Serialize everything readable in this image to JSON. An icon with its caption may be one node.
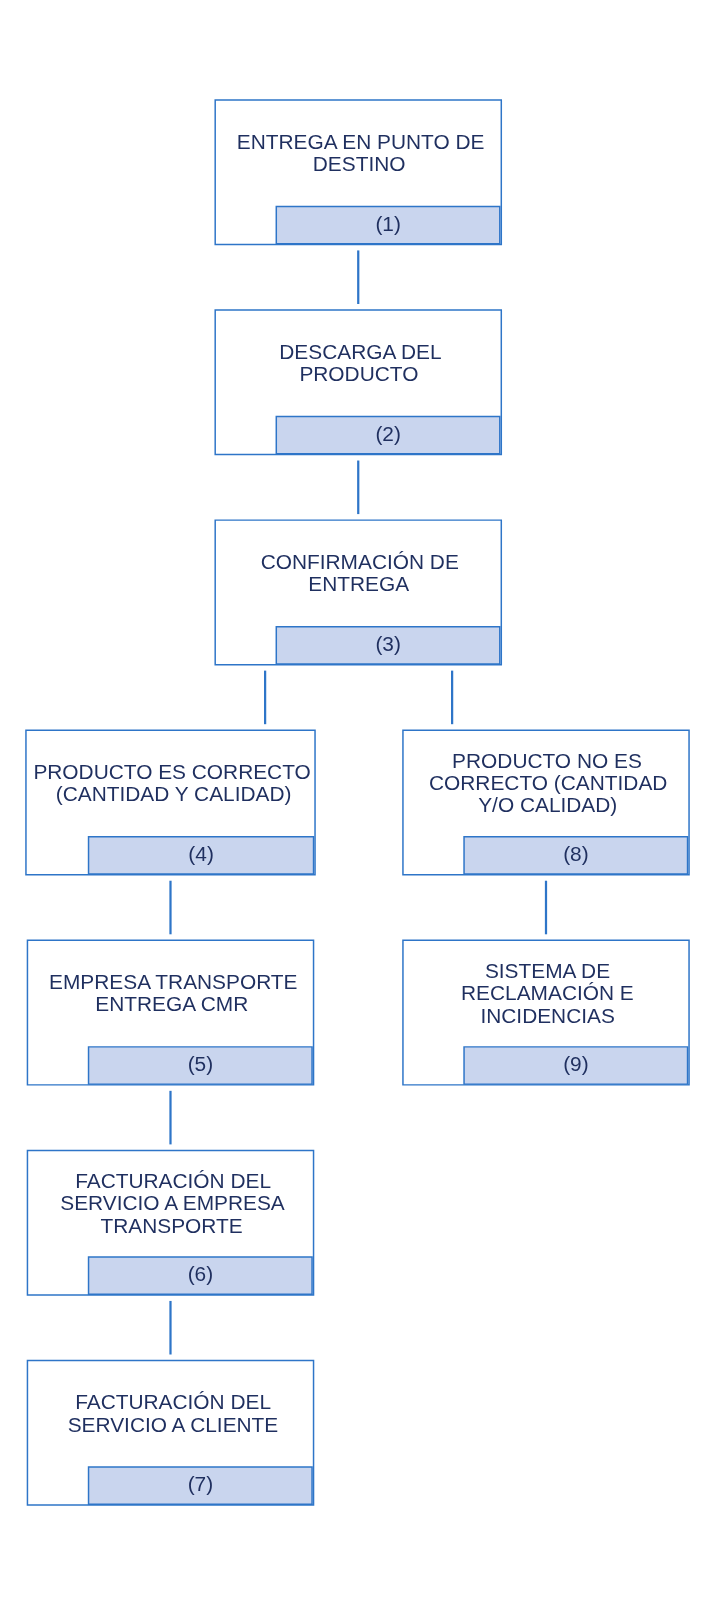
{
  "diagram": {
    "nodes": [
      {
        "text": [
          "ENTREGA EN PUNTO DE DESTINO",
          "(1)"
        ]
      },
      {
        "text": [
          "DESCARGA DEL PRODUCTO",
          "(2)"
        ]
      },
      {
        "text": [
          "CONFIRMACIÓN DE ENTREGA",
          "(3)"
        ]
      },
      {
        "text": [
          "PRODUCTO ES CORRECTO (CANTIDAD Y CALIDAD)",
          "(4)"
        ]
      },
      {
        "text": [
          "EMPRESA TRANSPORTE ENTREGA CMR",
          "(5)"
        ]
      },
      {
        "text": [
          "FACTURACIÓN DEL SERVICIO A EMPRESA TRANSPORTE",
          "(6)"
        ]
      },
      {
        "text": [
          "FACTURACIÓN DEL SERVICIO A CLIENTE",
          "(7)"
        ]
      },
      {
        "text": [
          "PRODUCTO NO ES CORRECTO (CANTIDAD Y/O CALIDAD)",
          "(8)"
        ]
      },
      {
        "text": [
          "SISTEMA DE RECLAMACIÓN E INCIDENCIAS",
          "(9)"
        ]
      }
    ],
    "edges": [
      {
        "from": 0,
        "to": 1,
        "arrow": "none"
      },
      {
        "from": 1,
        "to": 2,
        "arrow": "none"
      },
      {
        "from": 2,
        "to": 3,
        "arrow": "none"
      },
      {
        "from": 2,
        "to": 7,
        "arrow": "none"
      },
      {
        "from": 3,
        "to": 4,
        "arrow": "none"
      },
      {
        "from": 4,
        "to": 5,
        "arrow": "none"
      },
      {
        "from": 5,
        "to": 6,
        "arrow": "none"
      },
      {
        "from": 7,
        "to": 8,
        "arrow": "none"
      }
    ]
  }
}
